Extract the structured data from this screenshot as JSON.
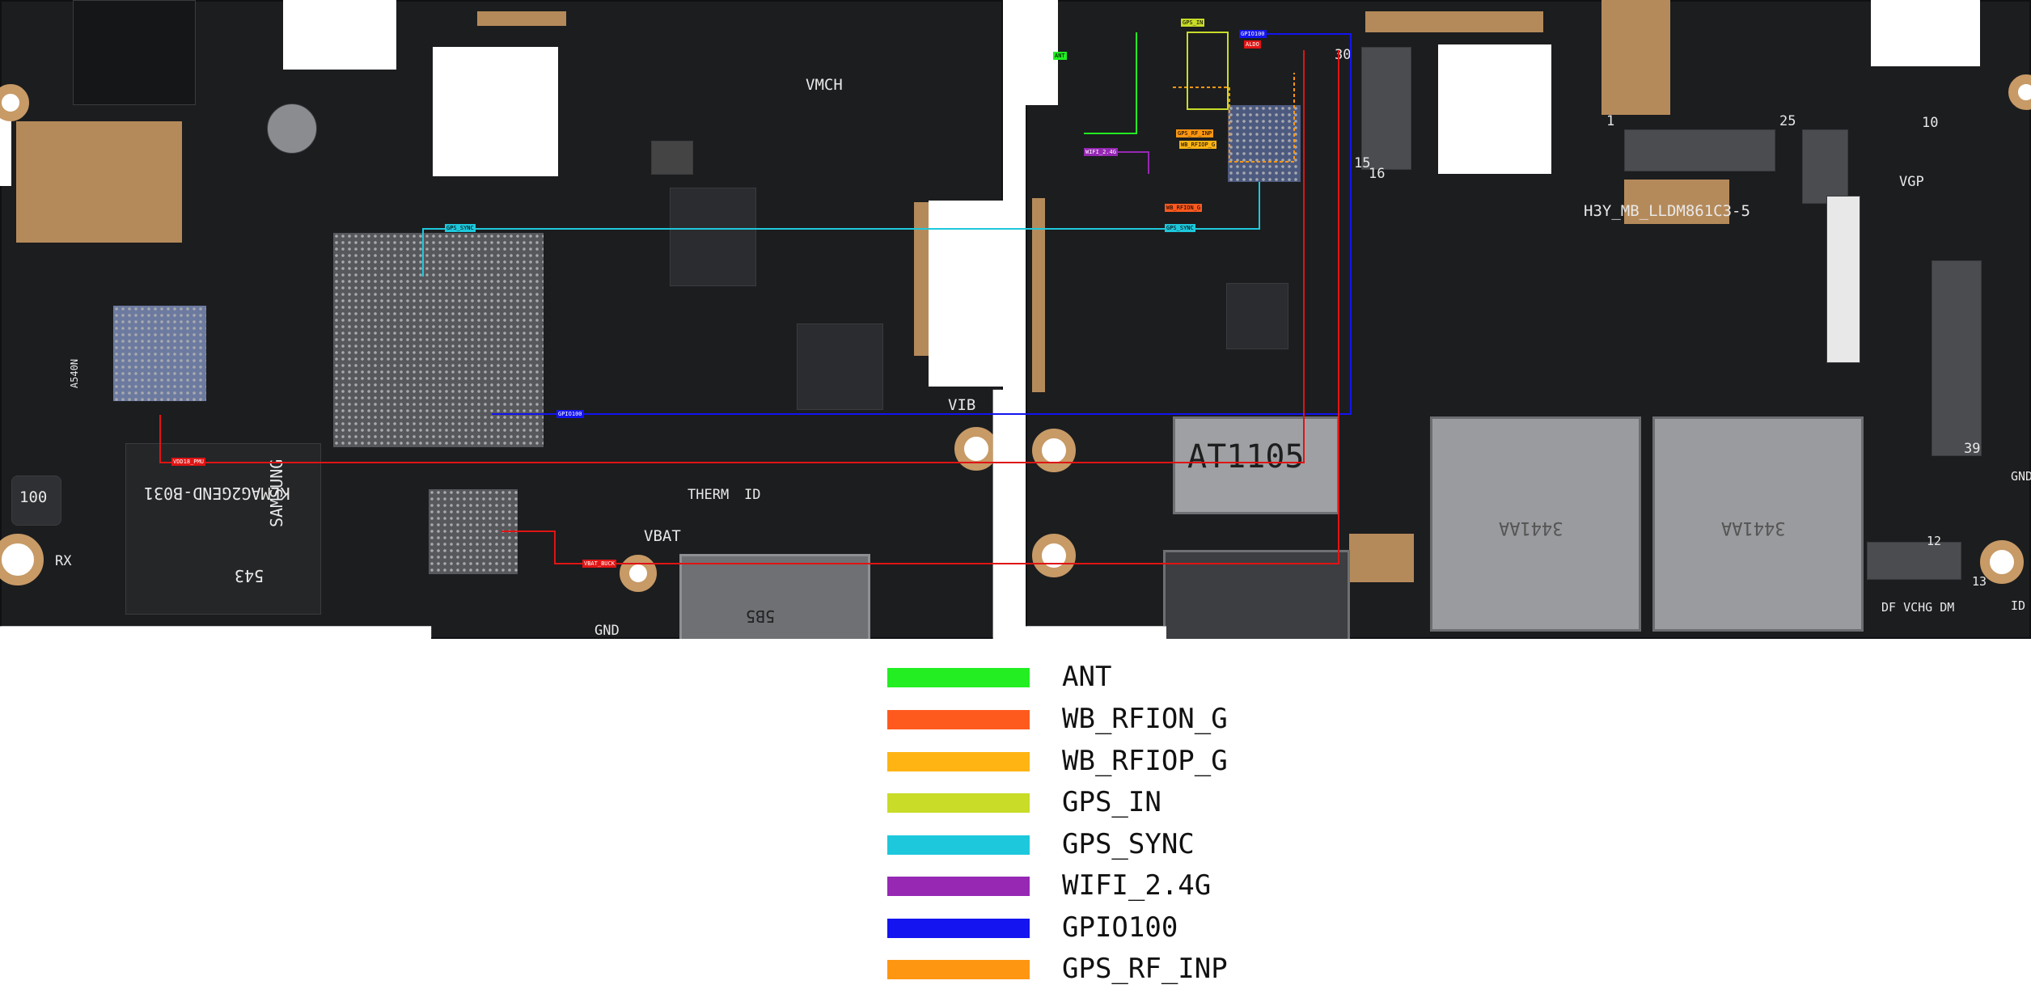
{
  "legend": [
    {
      "label": "ANT",
      "color": "#22ee22"
    },
    {
      "label": "WB_RFION_G",
      "color": "#ff5a1e"
    },
    {
      "label": "WB_RFIOP_G",
      "color": "#ffb414"
    },
    {
      "label": "GPS_IN",
      "color": "#c8dc28"
    },
    {
      "label": "GPS_SYNC",
      "color": "#1ec8dc"
    },
    {
      "label": "WIFI_2.4G",
      "color": "#9628b4"
    },
    {
      "label": "GPIO100",
      "color": "#1414f0"
    },
    {
      "label": "GPS_RF_INP",
      "color": "#ff9612"
    }
  ],
  "board_labels": {
    "vmch": "VMCH",
    "vib": "VIB",
    "vbat": "VBAT",
    "therm": "THERM",
    "id": "ID",
    "gnd": "GND",
    "rx": "RX",
    "label_100": "100",
    "a540n": "A540N",
    "samsung_line1": "SAMSUNG",
    "samsung_line2": "543",
    "samsung_line3": "KLMAG2GEND-B031",
    "connector_5b5": "5B5",
    "at1105": "AT1105",
    "sim_code_1": "3441AA",
    "sim_code_2": "3441AA",
    "board_name": "H3Y_MB_LLDM861C3-5",
    "pin_30": "30",
    "pin_15": "15",
    "pin_16": "16",
    "pin_1": "1",
    "pin_25": "25",
    "pin_10": "10",
    "pin_39": "39",
    "pin_12": "12",
    "pin_13": "13",
    "vgp": "VGP",
    "gnd_right": "GND",
    "id_right": "ID",
    "df_vchg_dm": "DF VCHG DM"
  },
  "net_tags": {
    "gps_sync_left": "GPS_SYNC",
    "gpio100_left": "GPIO100",
    "vdd18_pmu": "VDD18_PMU",
    "vbat_buck": "VBAT_BUCK",
    "ant": "ANT",
    "gps_in": "GPS_IN",
    "gpio100_right": "GPIO100",
    "aldo": "ALDO",
    "gps_rf_inp": "GPS_RF_INP",
    "wb_rfion_g": "WB_RFION_G",
    "wb_rfiop_g": "WB_RFIOP_G",
    "wifi_24g": "WIFI_2.4G",
    "gps_sync_right": "GPS_SYNC"
  }
}
